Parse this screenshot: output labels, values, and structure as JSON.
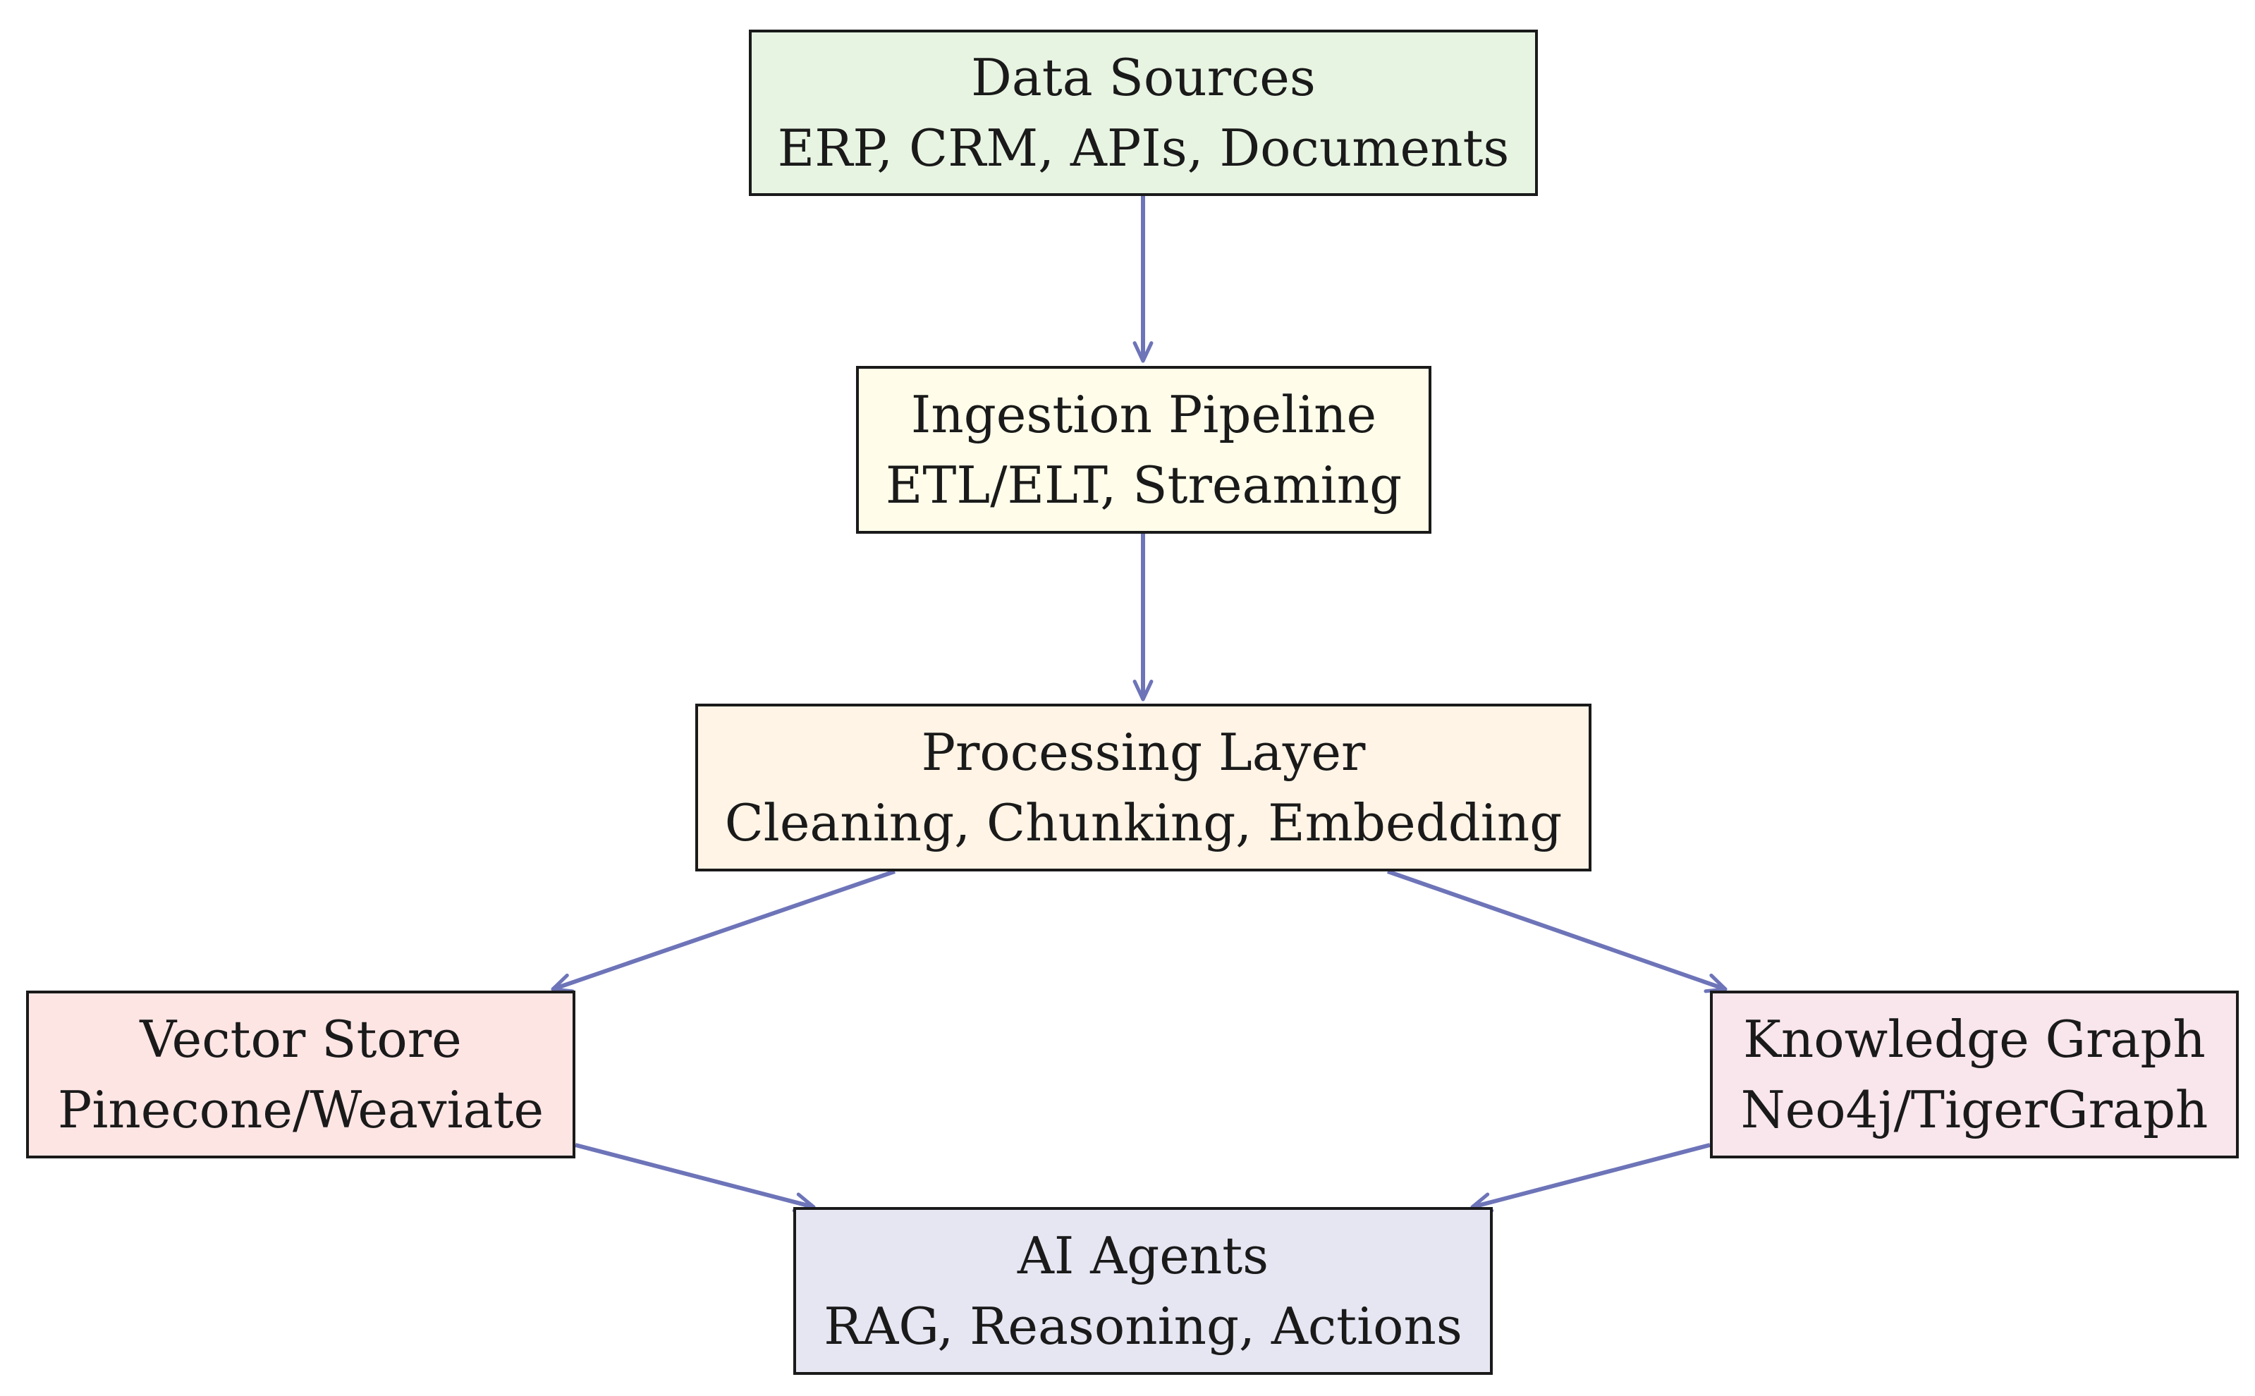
{
  "colors": {
    "arrow": "#6d74b8",
    "border": "#1a1a1a",
    "text": "#1a1a1a"
  },
  "nodes": {
    "data_sources": {
      "title": "Data Sources",
      "subtitle": "ERP, CRM, APIs, Documents",
      "fill": "#e8f4e2"
    },
    "ingestion": {
      "title": "Ingestion Pipeline",
      "subtitle": "ETL/ELT, Streaming",
      "fill": "#fffdea"
    },
    "processing": {
      "title": "Processing Layer",
      "subtitle": "Cleaning, Chunking, Embedding",
      "fill": "#fff4e6"
    },
    "vector_store": {
      "title": "Vector Store",
      "subtitle": "Pinecone/Weaviate",
      "fill": "#fde5e4"
    },
    "knowledge_graph": {
      "title": "Knowledge Graph",
      "subtitle": "Neo4j/TigerGraph",
      "fill": "#f8e6ec"
    },
    "ai_agents": {
      "title": "AI Agents",
      "subtitle": "RAG, Reasoning, Actions",
      "fill": "#e6e6f3"
    }
  },
  "edges": [
    {
      "from": "data_sources",
      "to": "ingestion"
    },
    {
      "from": "ingestion",
      "to": "processing"
    },
    {
      "from": "processing",
      "to": "vector_store"
    },
    {
      "from": "processing",
      "to": "knowledge_graph"
    },
    {
      "from": "vector_store",
      "to": "ai_agents"
    },
    {
      "from": "knowledge_graph",
      "to": "ai_agents"
    }
  ]
}
